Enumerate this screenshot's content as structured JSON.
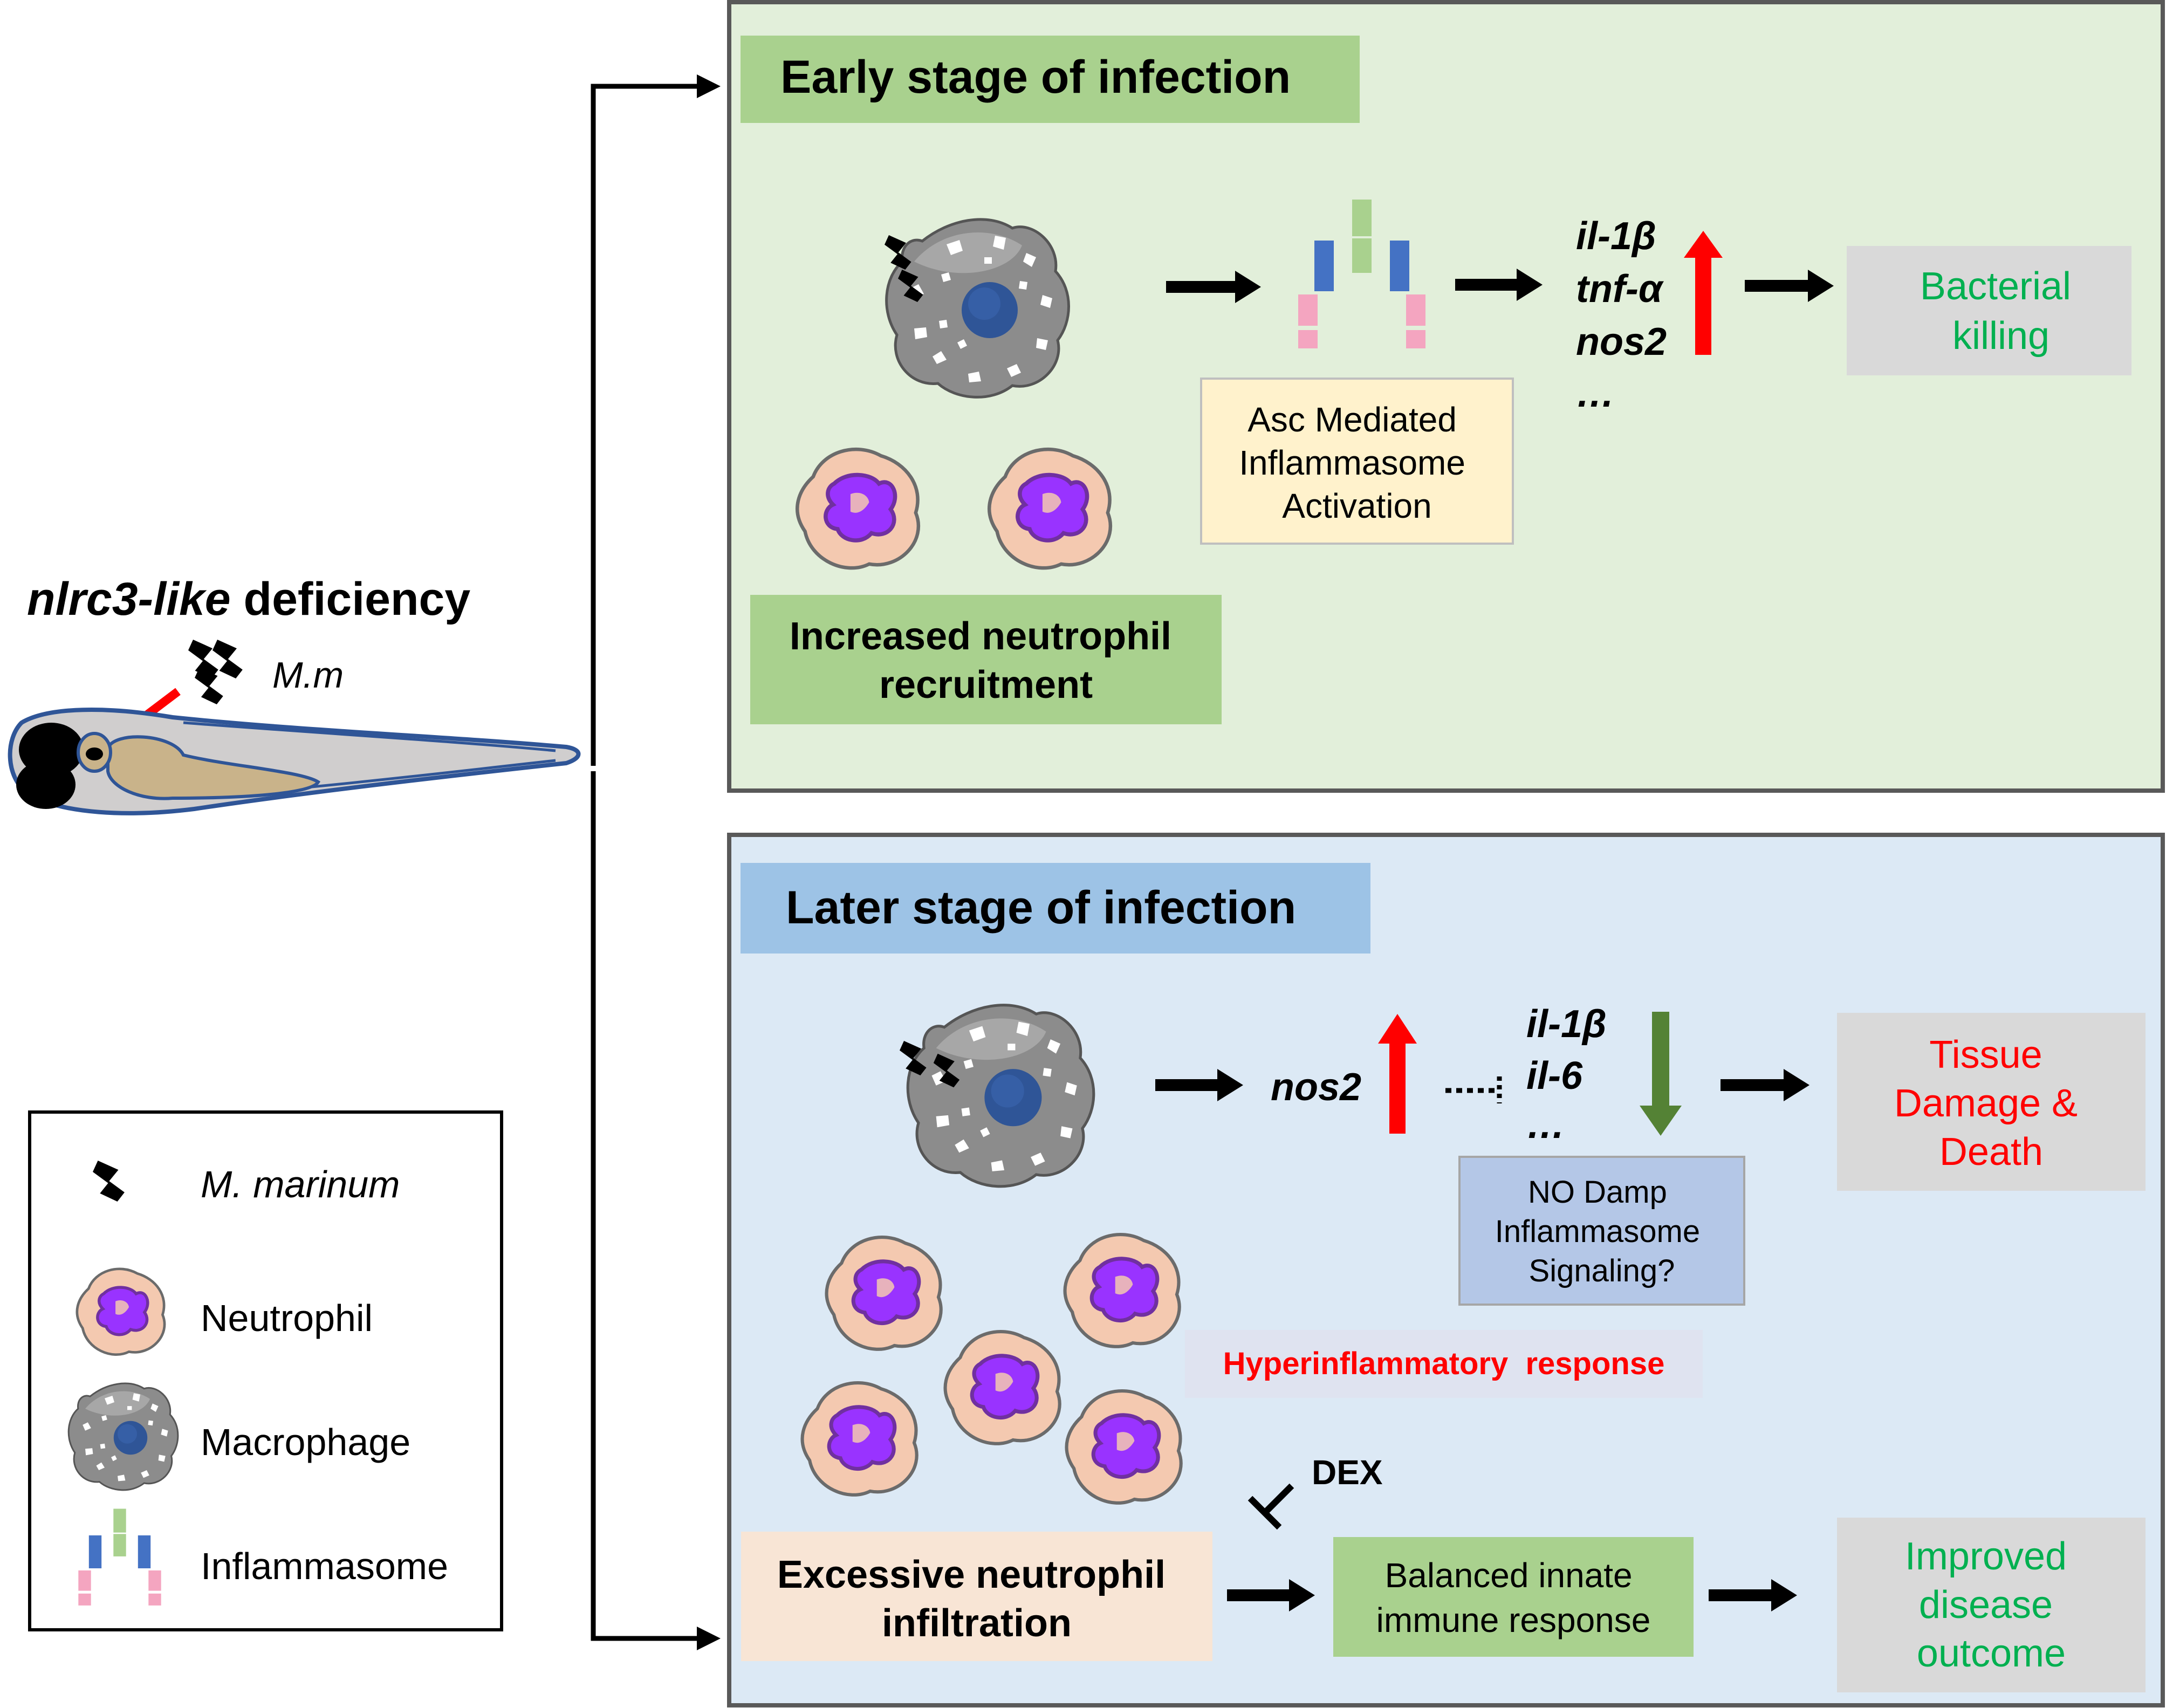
{
  "colors": {
    "early_panel_bg": "#e2efda",
    "later_panel_bg": "#dce9f5",
    "panel_border": "#595959",
    "early_header_bg": "#a9d18e",
    "later_header_bg": "#9dc3e6",
    "box_grey": "#d9d9d9",
    "box_green": "#a9d18e",
    "box_yellow": "#fff2cc",
    "box_blue": "#b4c7e7",
    "box_peach": "#f8e5d5",
    "box_lavender": "#dfe3f0",
    "red": "#ff0000",
    "green_text": "#00b050",
    "down_arrow_green": "#548235",
    "macrophage_grey": "#8c8c8c",
    "nucleus_blue": "#2f5597",
    "neutrophil_body": "#f4c9b0",
    "neutrophil_nucleus": "#9933ff",
    "fish_body": "#d0cece",
    "fish_outline": "#2f5597",
    "yolk": "#c9b38a"
  },
  "left": {
    "title_gene": "nlrc3-like",
    "title_rest": " deficiency",
    "bacteria_label": "M.m"
  },
  "legend": {
    "items": [
      {
        "label": "M. marinum",
        "icon": "bacteria-icon"
      },
      {
        "label": "Neutrophil",
        "icon": "neutrophil-icon"
      },
      {
        "label": "Macrophage",
        "icon": "macrophage-icon"
      },
      {
        "label": "Inflammasome",
        "icon": "inflammasome-icon"
      }
    ]
  },
  "early": {
    "header": "Early stage of infection",
    "inflammasome_box": [
      "Asc Mediated",
      "Inflammasome",
      "Activation"
    ],
    "genes": [
      "il-1β",
      "tnf-α",
      "nos2",
      "…"
    ],
    "outcome": [
      "Bacterial",
      "killing"
    ],
    "neutrophil_box": [
      "Increased neutrophil",
      "recruitment"
    ]
  },
  "later": {
    "header": "Later stage of infection",
    "gene_up": "nos2",
    "genes_down": [
      "il-1β",
      "il-6",
      "…"
    ],
    "no_box": [
      "NO Damp",
      "Inflammasome",
      "Signaling?"
    ],
    "outcome": [
      "Tissue",
      "Damage &",
      "Death"
    ],
    "hyper": "Hyperinflammatory  response",
    "dex": "DEX",
    "excessive_box": [
      "Excessive neutrophil",
      "infiltration"
    ],
    "balanced_box": [
      "Balanced innate",
      "immune response"
    ],
    "improved": [
      "Improved",
      "disease",
      "outcome"
    ]
  }
}
